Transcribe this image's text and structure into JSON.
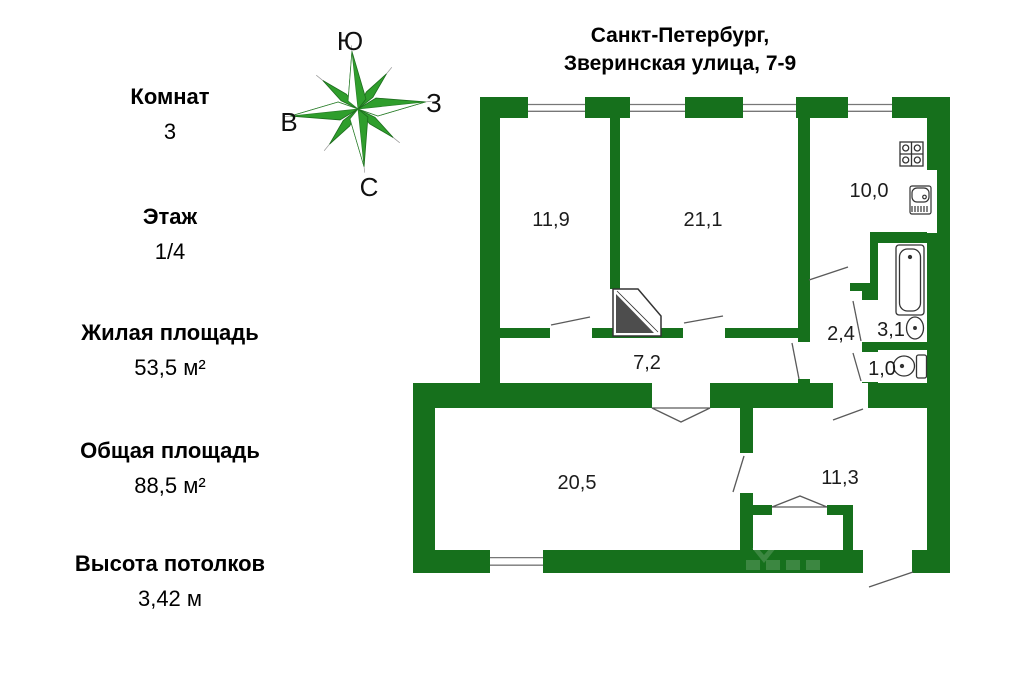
{
  "title": {
    "line1": "Санкт-Петербург,",
    "line2": "Зверинская улица, 7-9"
  },
  "stats": [
    {
      "label": "Комнат",
      "value": "3"
    },
    {
      "label": "Этаж",
      "value": "1/4"
    },
    {
      "label": "Жилая площадь",
      "value": "53,5 м²"
    },
    {
      "label": "Общая площадь",
      "value": "88,5 м²"
    },
    {
      "label": "Высота потолков",
      "value": "3,42 м"
    }
  ],
  "compass": {
    "top": "Ю",
    "right": "З",
    "left": "В",
    "bottom": "С"
  },
  "plan": {
    "rooms": [
      {
        "id": "room-11-9",
        "area": "11,9"
      },
      {
        "id": "room-21-1",
        "area": "21,1"
      },
      {
        "id": "kitchen",
        "area": "10,0"
      },
      {
        "id": "hall-2-4",
        "area": "2,4"
      },
      {
        "id": "bathroom",
        "area": "3,1"
      },
      {
        "id": "wc",
        "area": "1,0"
      },
      {
        "id": "corridor",
        "area": "7,2"
      },
      {
        "id": "room-20-5",
        "area": "20,5"
      },
      {
        "id": "room-11-3",
        "area": "11,3"
      }
    ]
  },
  "colors": {
    "wall_green": "#16701c",
    "compass_green": "#2f9e2c"
  }
}
